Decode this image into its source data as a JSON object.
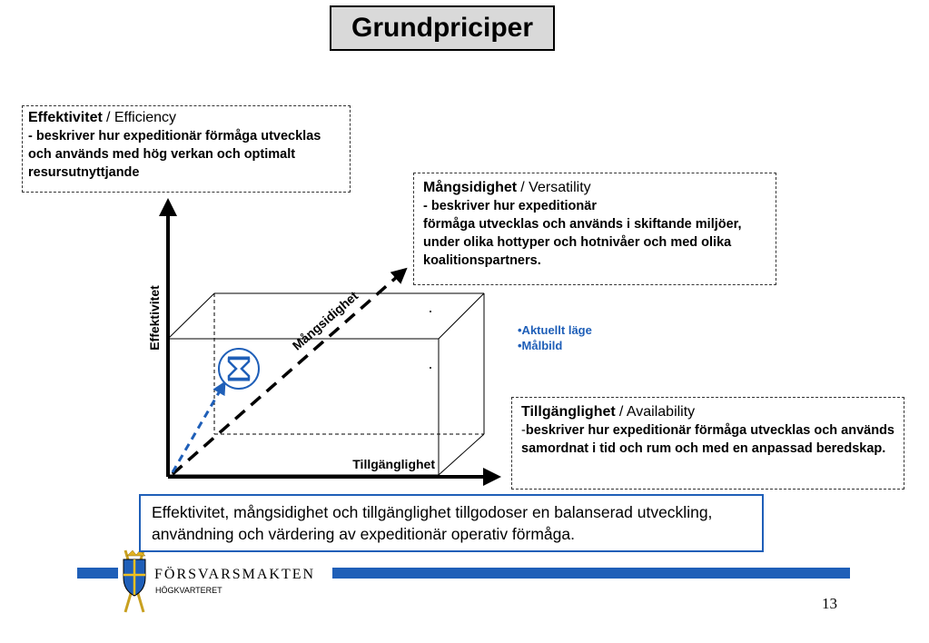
{
  "slide": {
    "title": "Grundpriciper",
    "page_number": "13"
  },
  "efficiency": {
    "term": "Effektivitet",
    "english": "/ Efficiency",
    "description": "- beskriver hur expeditionär förmåga utvecklas och används med hög verkan och optimalt resursutnyttjande"
  },
  "versatility": {
    "term": "Mångsidighet",
    "english": "/ Versatility",
    "description_1": "- beskriver hur expeditionär",
    "description_2": "förmåga utvecklas och används i skiftande miljöer, under olika hottyper och hotnivåer och med olika koalitionspartners."
  },
  "availability": {
    "term": "Tillgänglighet",
    "english": "/ Availability",
    "description": "beskriver hur expeditionär förmåga utvecklas och används samordnat i tid och rum och med en anpassad beredskap.",
    "prefix": "-"
  },
  "diagram": {
    "axis_y_label": "Effektivitet",
    "axis_x_label": "Tillgänglighet",
    "axis_z_label": "Mångsidighet"
  },
  "legend": {
    "items": [
      "•Aktuellt läge",
      "•Målbild"
    ]
  },
  "summary": {
    "text": "Effektivitet, mångsidighet och tillgänglighet tillgodoser en balanserad utveckling, användning och värdering av expeditionär operativ förmåga."
  },
  "footer": {
    "brand": "FÖRSVARSMAKTEN",
    "unit": "HÖGKVARTERET"
  },
  "colors": {
    "accent_blue": "#1f5fb8",
    "title_bg": "#d9d9d9"
  },
  "icons": {
    "hourglass": "hourglass-icon",
    "crest": "coat-of-arms-icon"
  }
}
